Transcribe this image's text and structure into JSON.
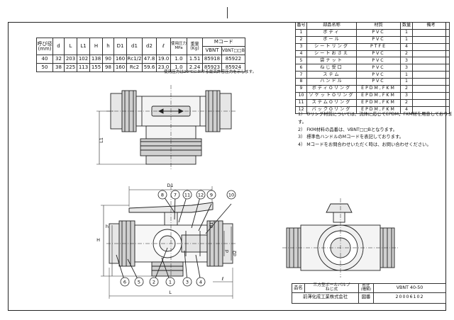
{
  "dimension_table": {
    "headers": [
      "呼び径\n(mm)",
      "d",
      "L",
      "L1",
      "H",
      "h",
      "D1",
      "d1",
      "d2",
      "ℓ",
      "使用圧力\nMPa",
      "重量\n(Kg)",
      "Mコード"
    ],
    "mcode_sub": [
      "VBNT",
      "VBNT□□B"
    ],
    "rows": [
      [
        "40",
        "32",
        "203",
        "102",
        "138",
        "90",
        "160",
        "Rc1/2",
        "47.8",
        "19.0",
        "1.0",
        "1.51",
        "85918",
        "85922"
      ],
      [
        "50",
        "38",
        "225",
        "113",
        "155",
        "98",
        "160",
        "Rc2",
        "59.6",
        "23.0",
        "1.0",
        "2.24",
        "85923",
        "85924"
      ]
    ],
    "footnote": "使用圧力は20℃における最高許容圧力を示します。"
  },
  "parts_table": {
    "headers": [
      "番号",
      "部品名称",
      "材質",
      "数量",
      "備考"
    ],
    "rows": [
      [
        "1",
        "ボディ",
        "PVC",
        "1",
        ""
      ],
      [
        "2",
        "ボール",
        "PVC",
        "1",
        ""
      ],
      [
        "3",
        "シートリング",
        "PTFE",
        "4",
        ""
      ],
      [
        "4",
        "シートおさえ",
        "PVC",
        "2",
        ""
      ],
      [
        "5",
        "袋ナット",
        "PVC",
        "3",
        ""
      ],
      [
        "6",
        "ねじ受口",
        "PVC",
        "3",
        ""
      ],
      [
        "7",
        "ステム",
        "PVC",
        "1",
        ""
      ],
      [
        "8",
        "ハンドル",
        "PVC",
        "1",
        ""
      ],
      [
        "9",
        "ボディOリング",
        "EPDM,FKM",
        "2",
        ""
      ],
      [
        "10",
        "ソケットOリング",
        "EPDM,FKM",
        "3",
        ""
      ],
      [
        "11",
        "ステムOリング",
        "EPDM,FKM",
        "2",
        ""
      ],
      [
        "12",
        "バックOリング",
        "EPDM,FKM",
        "4",
        ""
      ]
    ]
  },
  "notes": [
    "1） Oリング材質については、流体に応じてEPDM，FKM材を用意しております。",
    "2） FKM材料の品番は、VBNT□□Bとなります。",
    "3） 標準色ハンドルのMコードを表記しております。",
    "4） Mコードをお問合わせいただく時は、お問い合わせください。"
  ],
  "drawing_labels": {
    "L1": "L1",
    "D1": "D1",
    "H": "H",
    "h": "h",
    "L": "L",
    "l": "ℓ",
    "d": "d",
    "d1": "d1",
    "d2": "d2",
    "balloons_top": [
      "8",
      "7",
      "11",
      "12",
      "9",
      "10"
    ],
    "balloons_bottom": [
      "6",
      "5",
      "2",
      "1",
      "3",
      "4"
    ]
  },
  "title_block": {
    "name_label": "品名",
    "name": "三方型ボールバルブ\nねじ式",
    "type_label": "形式\n(種類)",
    "type": "VBNT 40-50",
    "company": "前澤化成工業株式会社",
    "drawing_no_label": "図番",
    "drawing_no": "20006102"
  }
}
